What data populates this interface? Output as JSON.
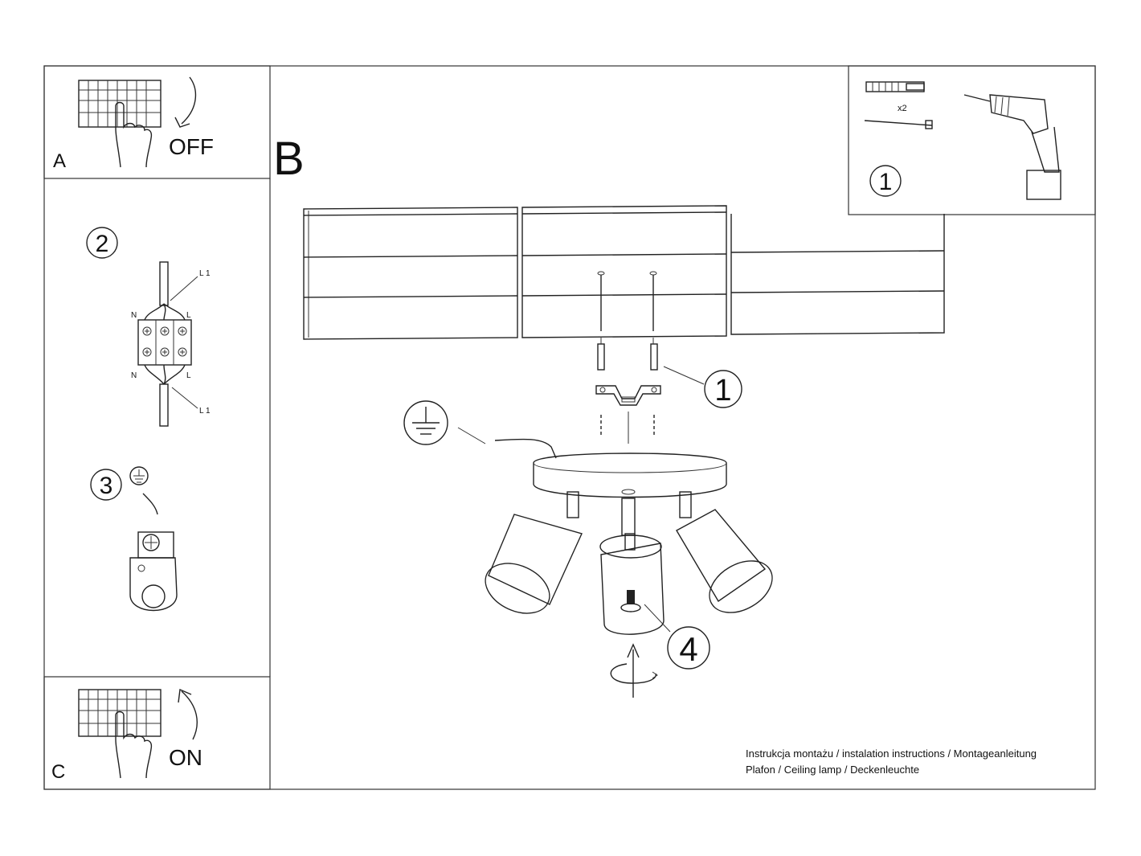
{
  "panels": {
    "a": {
      "letter": "A",
      "action": "OFF"
    },
    "b": {
      "letter": "B"
    },
    "c": {
      "letter": "C",
      "action": "ON"
    }
  },
  "steps": {
    "step1_top": "1",
    "step1_main": "1",
    "step2": "2",
    "step3": "3",
    "step4": "4",
    "anchor_qty": "x2"
  },
  "wiring": {
    "l1_top": "L 1",
    "n_top": "N",
    "l_top": "L",
    "n_bottom": "N",
    "l_bottom": "L",
    "l1_bottom": "L 1"
  },
  "footer": {
    "line1": "Instrukcja montażu / instalation instructions / Montageanleitung",
    "line2": "Plafon / Ceiling lamp / Deckenleuchte"
  }
}
